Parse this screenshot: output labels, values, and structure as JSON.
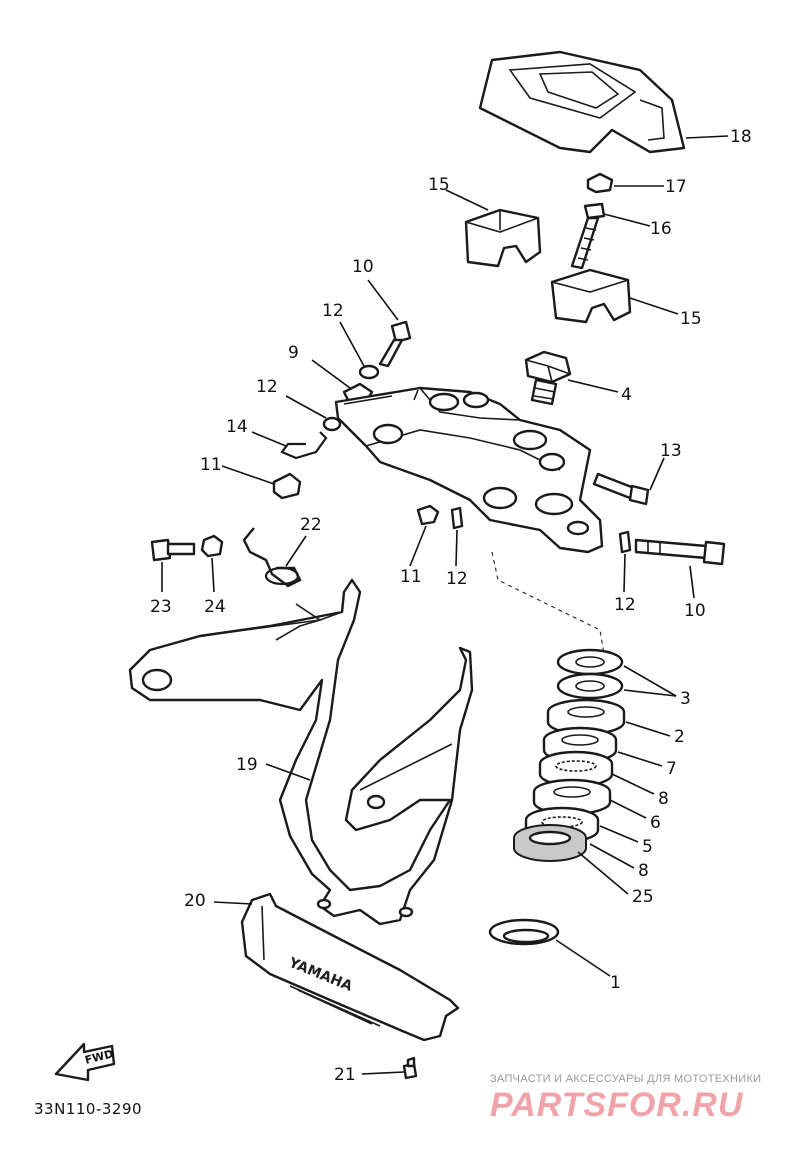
{
  "callouts": {
    "c18": "18",
    "c17": "17",
    "c16": "16",
    "c15a": "15",
    "c15b": "15",
    "c10a": "10",
    "c12a": "12",
    "c9": "9",
    "c4": "4",
    "c12b": "12",
    "c14": "14",
    "c11a": "11",
    "c13": "13",
    "c22": "22",
    "c11b": "11",
    "c12c": "12",
    "c12d": "12",
    "c10b": "10",
    "c23": "23",
    "c24": "24",
    "c3": "3",
    "c2": "2",
    "c7": "7",
    "c8a": "8",
    "c19": "19",
    "c6": "6",
    "c5": "5",
    "c8b": "8",
    "c25": "25",
    "c20": "20",
    "c1": "1",
    "c21": "21"
  },
  "fwd_label": "FWD",
  "cover_brand": "YAMAHA",
  "diagram_code": "33N110-3290",
  "watermark": {
    "tagline": "ЗАПЧАСТИ И АКСЕССУАРЫ ДЛЯ МОТОТЕХНИКИ",
    "logo": "PARTSFOR.RU"
  }
}
